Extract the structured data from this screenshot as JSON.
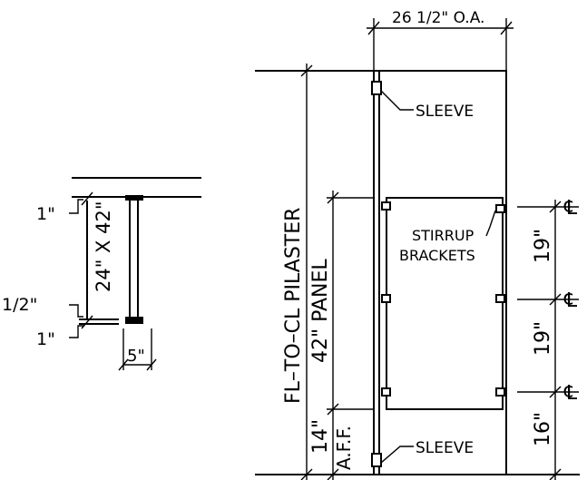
{
  "drawing": {
    "overall_width": "26 1/2\" O.A.",
    "sleeve_top": "SLEEVE",
    "sleeve_bottom": "SLEEVE",
    "stirrup_line1": "STIRRUP",
    "stirrup_line2": "BRACKETS",
    "vertical_pilaster": "FL–TO–CL PILASTER",
    "vertical_panel": "42\" PANEL",
    "vertical_aff_14": "14\"",
    "vertical_aff": "A.F.F.",
    "right_dim_1": "19\"",
    "right_dim_2": "19\"",
    "right_dim_3": "16\"",
    "centerline_1": "℄",
    "centerline_2": "℄",
    "centerline_3": "℄",
    "section_dim_1in_top": "1\"",
    "section_dim_half": "1/2\"",
    "section_dim_1in_bottom": "1\"",
    "section_panel_size": "24\" X 42\"",
    "section_base_width": "5\""
  }
}
